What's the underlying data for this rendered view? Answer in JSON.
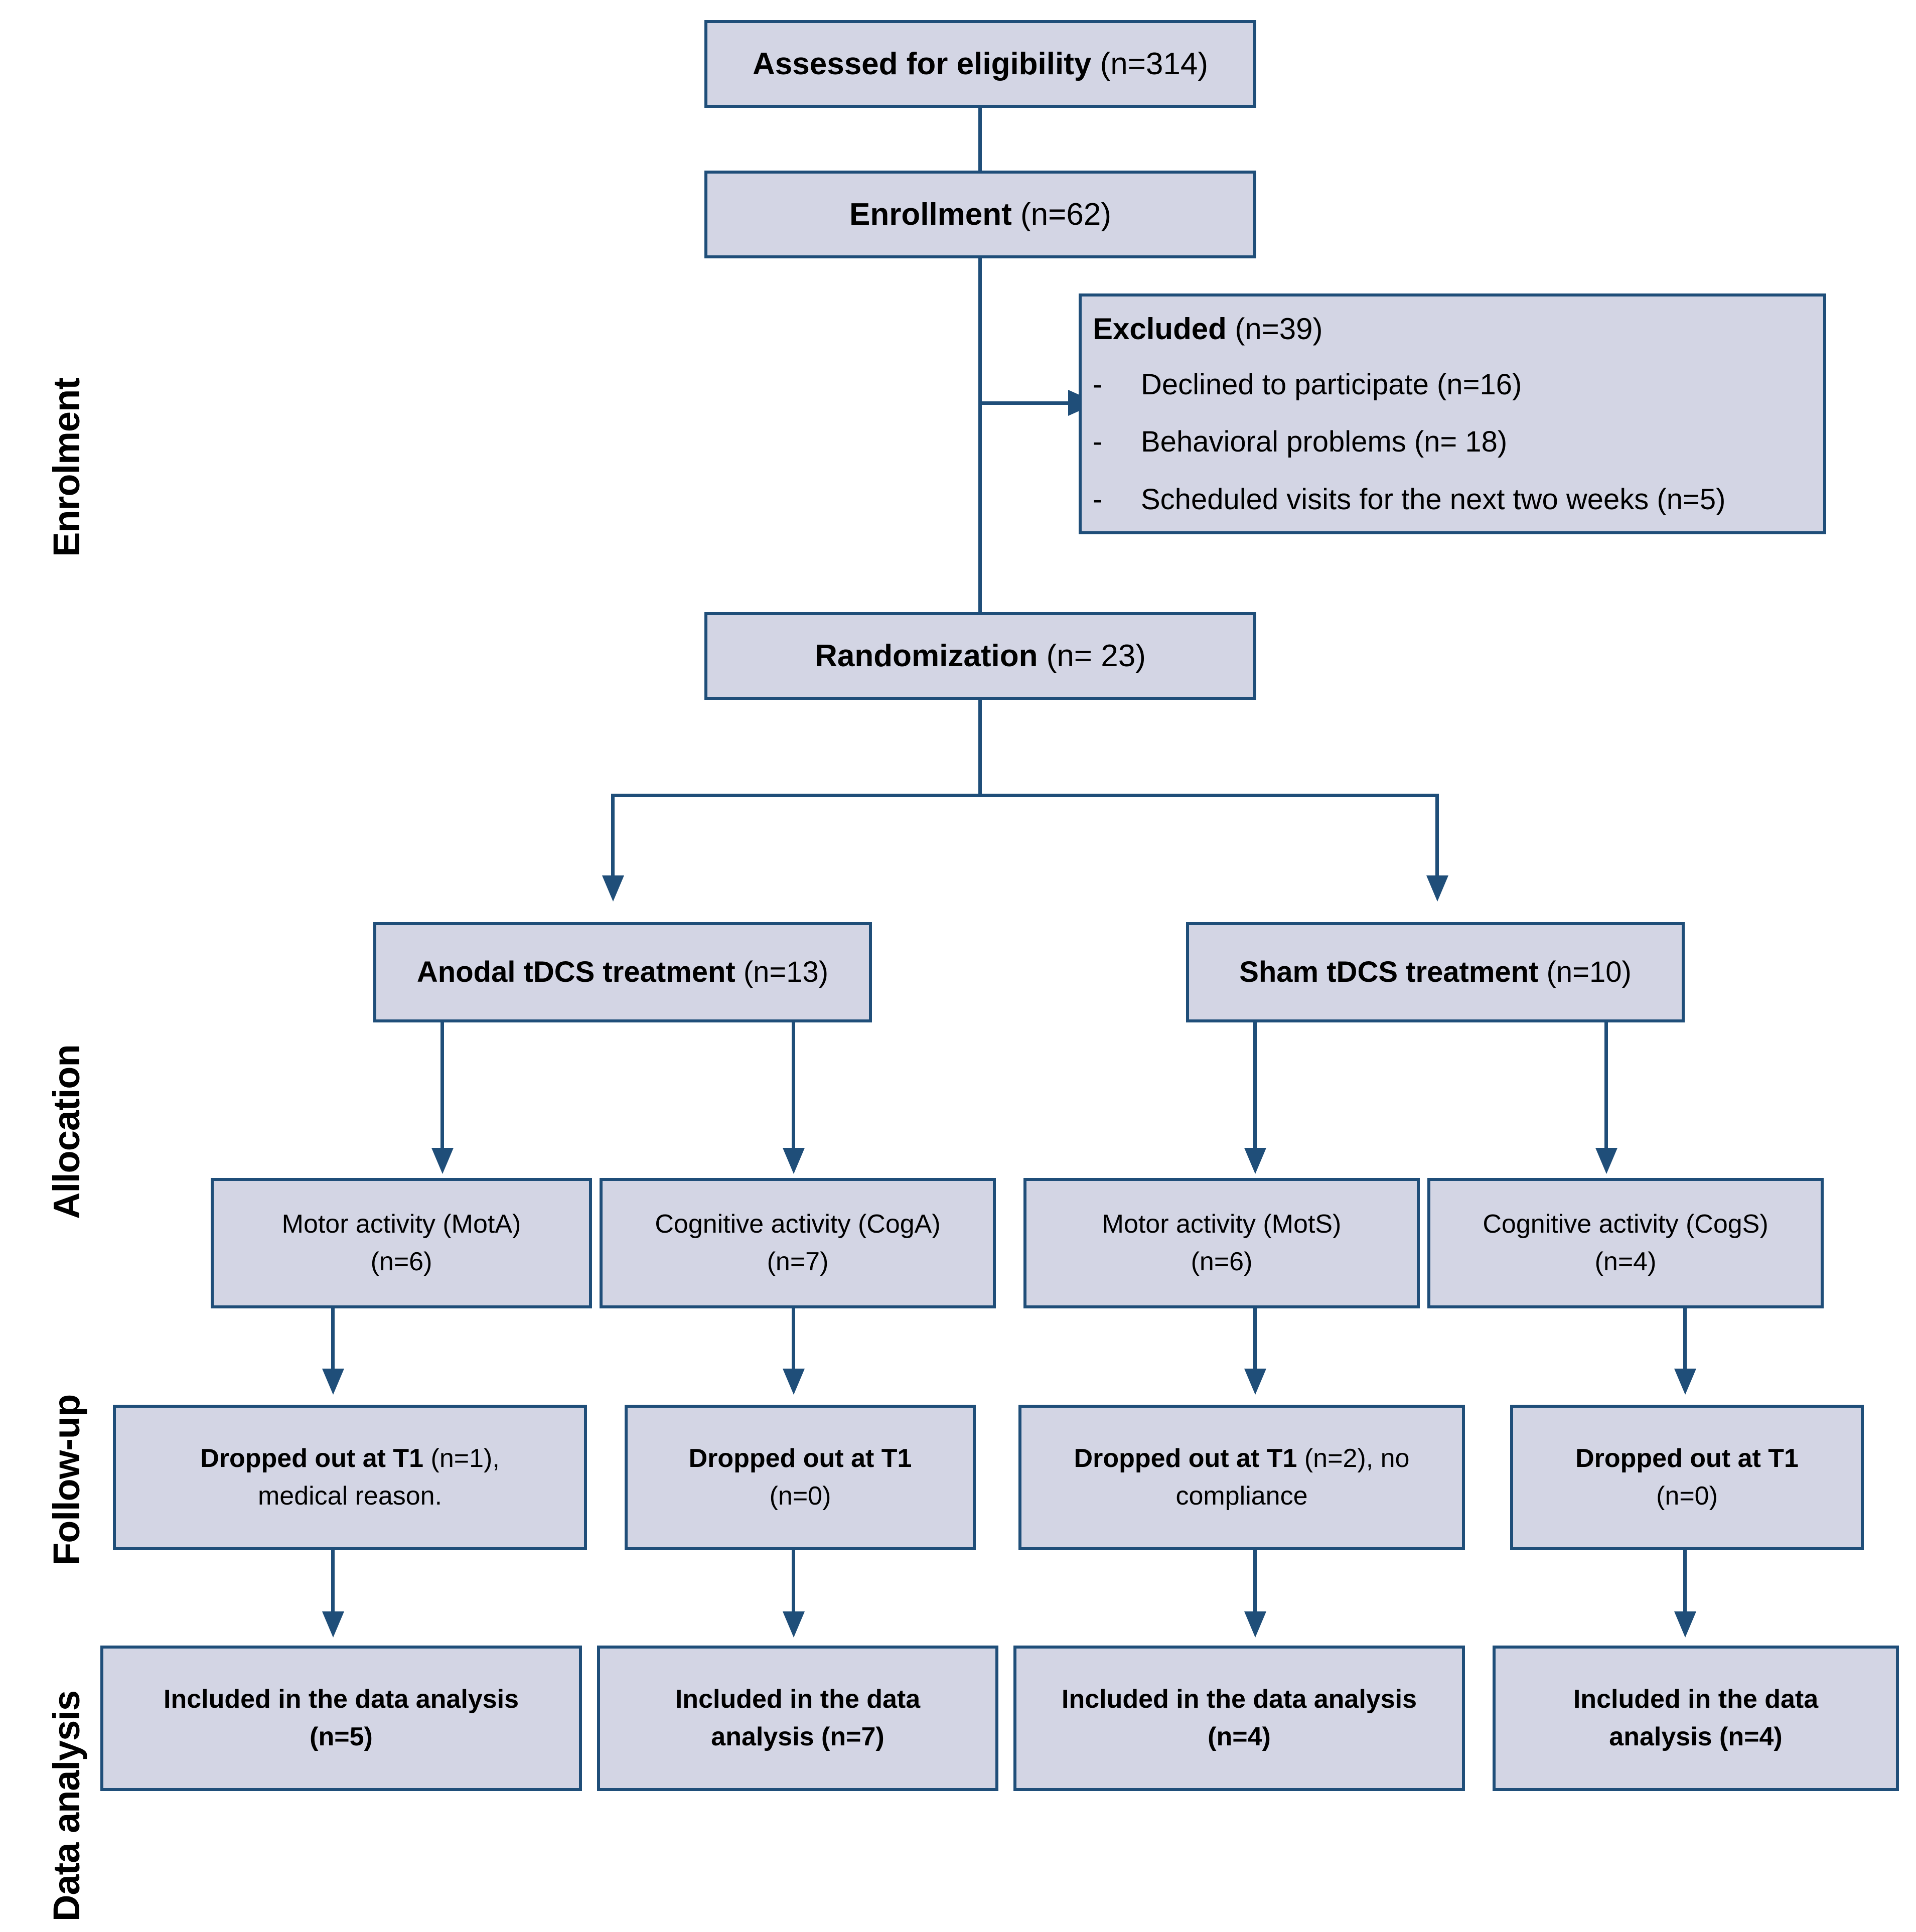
{
  "diagram": {
    "type": "consort-flow-diagram",
    "colors": {
      "box_fill": "#d3d5e4",
      "box_border": "#1f4e79",
      "connector": "#1f4e79",
      "text": "#000000",
      "background": "#ffffff"
    }
  },
  "stages": [
    {
      "id": "enrolment",
      "label": "Enrolment"
    },
    {
      "id": "allocation",
      "label": "Allocation"
    },
    {
      "id": "follow-up",
      "label": "Follow-up"
    },
    {
      "id": "data-analysis",
      "label": "Data analysis"
    }
  ],
  "nodes": {
    "assessed": {
      "bold": "Assessed for eligibility",
      "rest": " (n=314)"
    },
    "enrollment": {
      "bold": "Enrollment",
      "rest": " (n=62)"
    },
    "excluded": {
      "bold": "Excluded",
      "rest": " (n=39)",
      "dash": "-",
      "items": [
        "Declined to participate (n=16)",
        "Behavioral problems (n= 18)",
        "Scheduled visits for the next two weeks (n=5)"
      ]
    },
    "randomization": {
      "bold": "Randomization",
      "rest": " (n= 23)"
    },
    "anodal": {
      "bold": "Anodal tDCS treatment",
      "rest": " (n=13)"
    },
    "sham": {
      "bold": "Sham tDCS treatment",
      "rest": " (n=10)"
    },
    "activities": [
      {
        "id": "mota",
        "line1": "Motor activity (MotA)",
        "line2": "(n=6)"
      },
      {
        "id": "coga",
        "line1": "Cognitive activity (CogA)",
        "line2": "(n=7)"
      },
      {
        "id": "mots",
        "line1": "Motor activity (MotS)",
        "line2": "(n=6)"
      },
      {
        "id": "cogs",
        "line1": "Cognitive activity (CogS)",
        "line2": "(n=4)"
      }
    ],
    "dropouts": [
      {
        "id": "drop-mota",
        "bold": "Dropped out at T1",
        "rest": " (n=1),",
        "line2": "medical reason."
      },
      {
        "id": "drop-coga",
        "bold": "Dropped out at T1",
        "rest": "",
        "line2": "(n=0)"
      },
      {
        "id": "drop-mots",
        "bold": "Dropped out at T1",
        "rest": " (n=2), no",
        "line2": "compliance"
      },
      {
        "id": "drop-cogs",
        "bold": "Dropped out at T1",
        "rest": "",
        "line2": "(n=0)"
      }
    ],
    "included": [
      {
        "id": "incl-mota",
        "line1": "Included in the data analysis",
        "line2": "(n=5)"
      },
      {
        "id": "incl-coga",
        "line1": "Included in the data",
        "line2": "analysis (n=7)"
      },
      {
        "id": "incl-mots",
        "line1": "Included in the data analysis",
        "line2": "(n=4)"
      },
      {
        "id": "incl-cogs",
        "line1": "Included in the data",
        "line2": "analysis (n=4)"
      }
    ]
  }
}
